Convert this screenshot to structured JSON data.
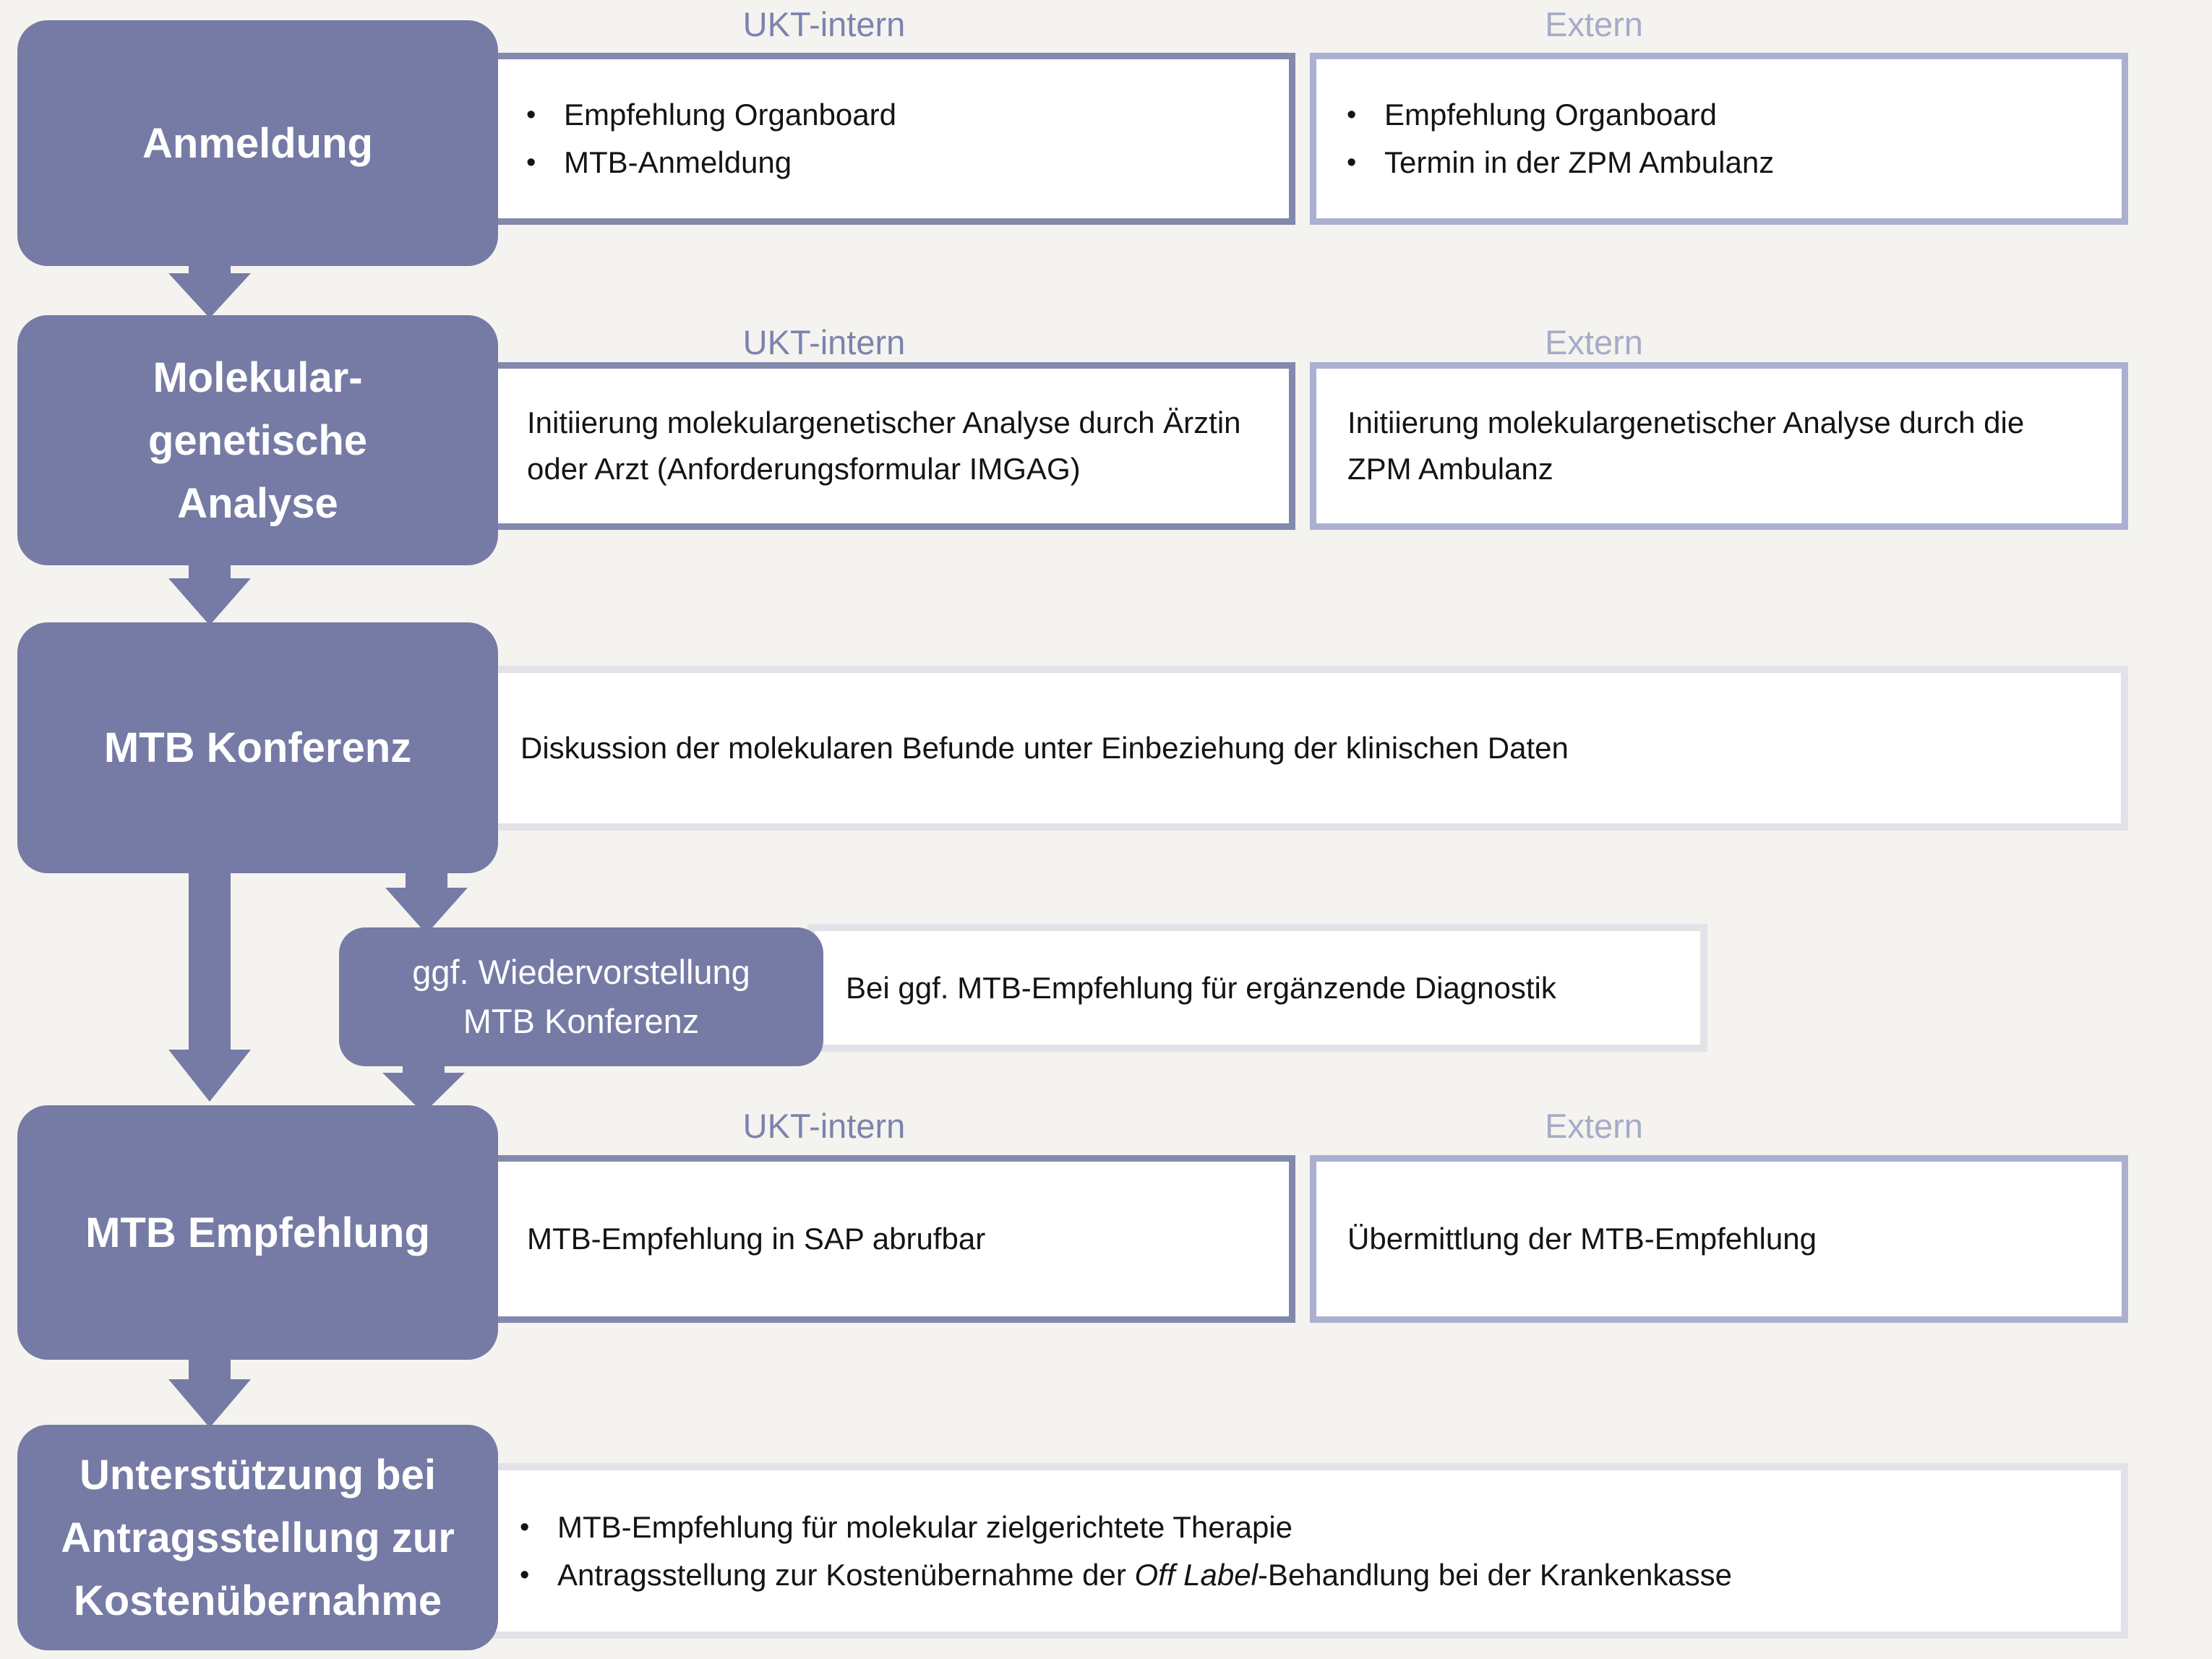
{
  "headers": {
    "ukt": "UKT-intern",
    "extern": "Extern"
  },
  "steps": {
    "anmeldung": {
      "label": "Anmeldung",
      "ukt_items": [
        "Empfehlung Organboard",
        "MTB-Anmeldung"
      ],
      "extern_items": [
        "Empfehlung Organboard",
        "Termin in der ZPM Ambulanz"
      ]
    },
    "analyse": {
      "label_lines": [
        "Molekular-",
        "genetische",
        "Analyse"
      ],
      "ukt_text": "Initiierung molekulargenetischer Analyse durch Ärztin oder Arzt (Anforderungsformular IMGAG)",
      "extern_text": "Initiierung molekulargenetischer Analyse durch die ZPM Ambulanz"
    },
    "konferenz": {
      "label": "MTB Konferenz",
      "text": "Diskussion der molekularen Befunde unter Einbeziehung der klinischen Daten"
    },
    "wiedervorstellung": {
      "label_lines": [
        "ggf. Wiedervorstellung",
        "MTB Konferenz"
      ],
      "text": "Bei ggf. MTB-Empfehlung für ergänzende Diagnostik"
    },
    "empfehlung": {
      "label": "MTB Empfehlung",
      "ukt_text": "MTB-Empfehlung in SAP abrufbar",
      "extern_text": "Übermittlung der MTB-Empfehlung"
    },
    "kostenuebernahme": {
      "label_lines": [
        "Unterstützung bei",
        "Antragsstellung zur",
        "Kostenübernahme"
      ],
      "item1": "MTB-Empfehlung für molekular zielgerichtete Therapie",
      "item2_prefix": "Antragsstellung zur Kostenübernahme der ",
      "item2_italic": "Off Label",
      "item2_suffix": "-Behandlung bei der Krankenkasse"
    }
  },
  "colors": {
    "box_fill": "#757ba5",
    "ukt_border": "#8289ad",
    "extern_border": "#abb0d0",
    "wide_border": "#e3e2e8",
    "ukt_header": "#7b84ae",
    "extern_header": "#a6abc9",
    "background": "#f5f3ef",
    "arrow": "#757ba5"
  }
}
